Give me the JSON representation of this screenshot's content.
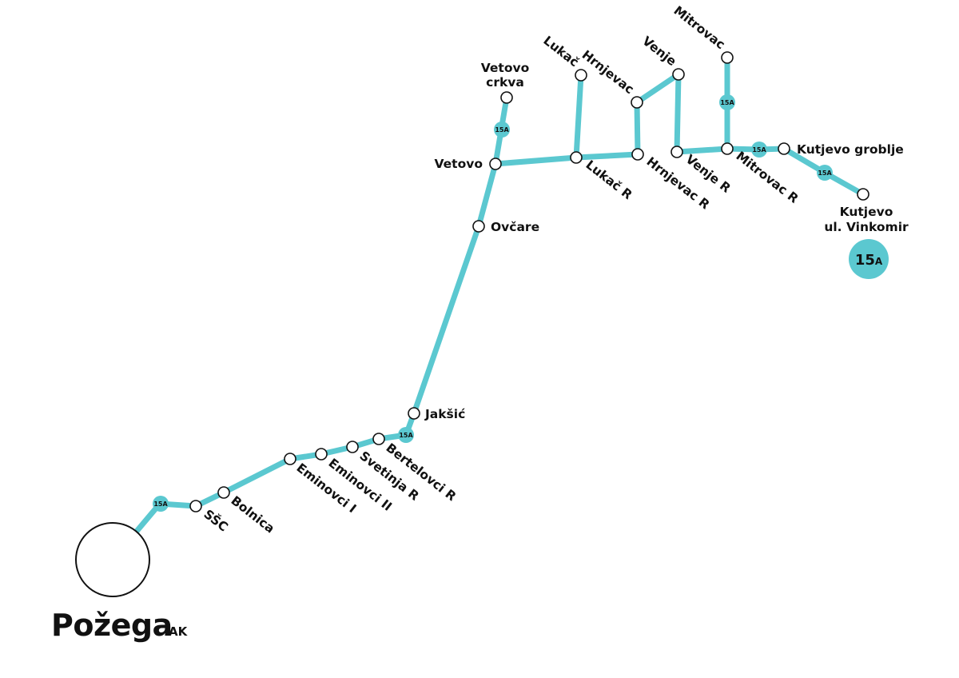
{
  "route": {
    "line_name": "15A",
    "color": "#5bc8d0",
    "terminus": {
      "name": "Požega",
      "suffix": "AK"
    },
    "stops": {
      "ssc": "SŠC",
      "bolnica": "Bolnica",
      "eminovci_1": "Eminovci I",
      "eminovci_2": "Eminovci II",
      "svetinja_r": "Svetinja R",
      "bertelovci_r": "Bertelovci R",
      "jaksic": "Jakšić",
      "ovcare": "Ovčare",
      "vetovo": "Vetovo",
      "vetovo_crkva_1": "Vetovo",
      "vetovo_crkva_2": "crkva",
      "lukac": "Lukač",
      "lukac_r": "Lukač R",
      "hrnjevac": "Hrnjevac",
      "hrnjevac_r": "Hrnjevac R",
      "venje": "Venje",
      "venje_r": "Venje R",
      "mitrovac": "Mitrovac",
      "mitrovac_r": "Mitrovac R",
      "kutjevo_groblje": "Kutjevo groblje",
      "kutjevo_vinkomir_1": "Kutjevo",
      "kutjevo_vinkomir_2": "ul. Vinkomir"
    },
    "badge": {
      "number": "15",
      "letter": "A"
    }
  }
}
